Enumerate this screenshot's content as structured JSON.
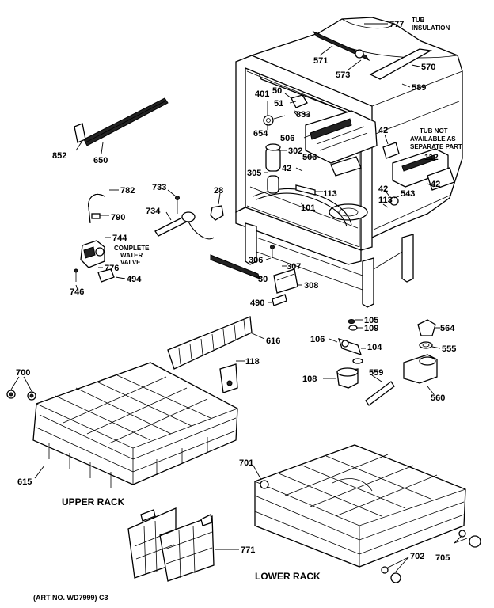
{
  "header_text": {
    "top_left": "——— —— ——",
    "top_center": "——"
  },
  "callouts": {
    "c777": "777",
    "tub_insulation_1": "TUB",
    "tub_insulation_2": "INSULATION",
    "c571": "571",
    "c573": "573",
    "c570": "570",
    "c589": "589",
    "c50": "50",
    "c401": "401",
    "c51": "51",
    "c833": "833",
    "c654": "654",
    "c506a": "506",
    "c506b": "506",
    "c302": "302",
    "c42a": "42",
    "c42b": "42",
    "c42c": "42",
    "c42d": "42",
    "tub_not_1": "TUB NOT",
    "tub_not_2": "AVAILABLE AS",
    "tub_not_3": "SEPARATE PART",
    "c112": "112",
    "c305": "305",
    "c113a": "113",
    "c113b": "113",
    "c543": "543",
    "c852": "852",
    "c650": "650",
    "c782": "782",
    "c733": "733",
    "c28": "28",
    "c790": "790",
    "c734": "734",
    "c101": "101",
    "c744": "744",
    "complete_1": "COMPLETE",
    "complete_2": "WATER",
    "complete_3": "VALVE",
    "c776": "776",
    "c494": "494",
    "c746": "746",
    "c306": "306",
    "c307": "307",
    "c30": "30",
    "c308": "308",
    "c490": "490",
    "c105": "105",
    "c109": "109",
    "c564": "564",
    "c616": "616",
    "c106": "106",
    "c104": "104",
    "c555": "555",
    "c118": "118",
    "c108": "108",
    "c559": "559",
    "c560": "560",
    "c700": "700",
    "c615": "615",
    "c701": "701",
    "c771": "771",
    "c702": "702",
    "c705": "705"
  },
  "captions": {
    "upper_rack": "UPPER RACK",
    "lower_rack": "LOWER RACK",
    "art_no": "(ART NO. WD7999) C3"
  }
}
